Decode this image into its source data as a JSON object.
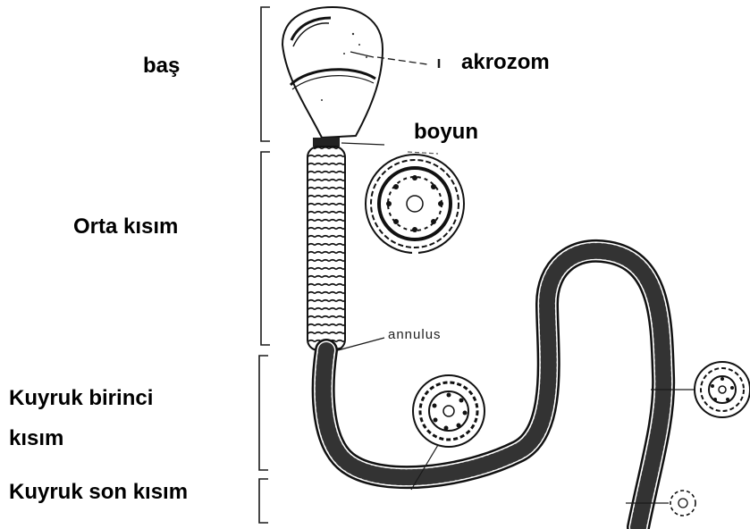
{
  "labels": {
    "bas": "baş",
    "akrozom": "akrozom",
    "boyun": "boyun",
    "orta_kisim": "Orta kısım",
    "annulus": "annulus",
    "kuyruk_birinci_line1": "Kuyruk birinci",
    "kuyruk_birinci_line2": "kısım",
    "kuyruk_son": "Kuyruk son kısım"
  },
  "colors": {
    "ink": "#1a1a1a",
    "background": "#ffffff"
  }
}
